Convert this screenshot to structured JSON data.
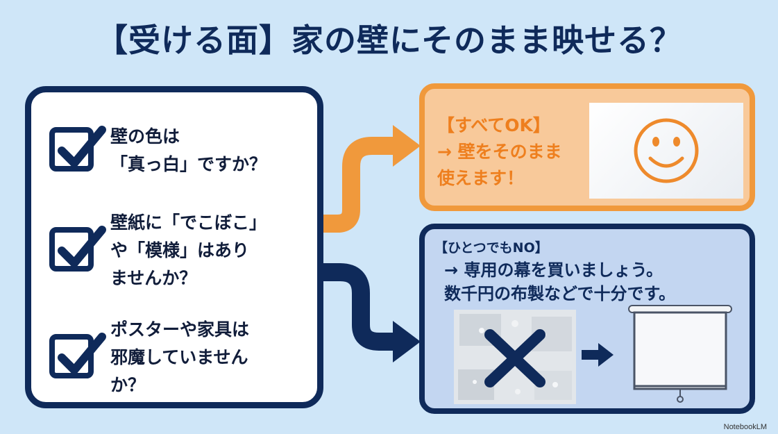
{
  "title": "【受ける面】家の壁にそのまま映せる？",
  "checklist": [
    {
      "text": "壁の色は\n「真っ白」ですか？"
    },
    {
      "text": "壁紙に「でこぼこ」\nや「模様」はあり\nませんか？"
    },
    {
      "text": "ポスターや家具は\n邪魔していません\nか？"
    }
  ],
  "ok_panel": {
    "text": "【すべてOK】\n→ 壁をそのまま\n使えます！",
    "icon": "smiley-face-icon"
  },
  "no_panel": {
    "heading": "【ひとつでもNO】",
    "text": "→ 専用の幕を買いましょう。\n数千円の布製などで十分です。",
    "icons": [
      "textured-wall-icon",
      "cross-icon",
      "arrow-right-icon",
      "projector-screen-icon"
    ]
  },
  "watermark": "NotebookLM",
  "colors": {
    "background": "#cfe6f8",
    "navy": "#0f2a5a",
    "orange": "#f0993c",
    "orange_light": "#f8c99a",
    "blue_light": "#c3d6f1"
  }
}
